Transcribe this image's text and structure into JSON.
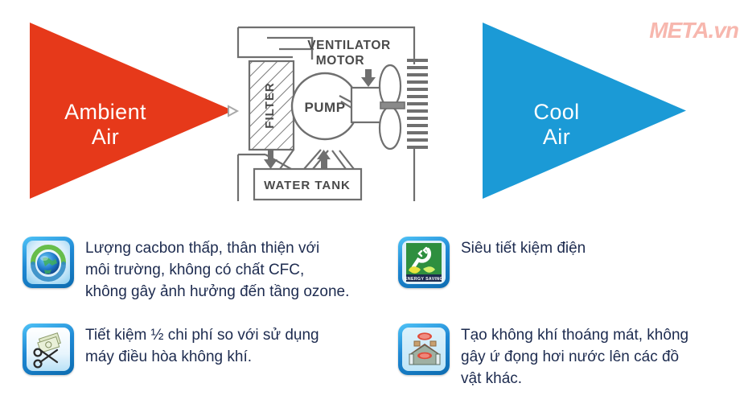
{
  "colors": {
    "ambient_arrow": "#e6391a",
    "cool_arrow": "#1b9ad6",
    "watermark": "#f7b7ae",
    "feature_text": "#1d2b4f",
    "schematic_line": "#6f6f6f"
  },
  "watermark": {
    "text": "META.vn"
  },
  "arrows": {
    "ambient": {
      "line1": "Ambient",
      "line2": "Air"
    },
    "cool": {
      "line1": "Cool",
      "line2": "Air"
    }
  },
  "schematic": {
    "filter_label": "FILTER",
    "pump_label": "PUMP",
    "water_tank_label": "WATER TANK",
    "ventilator_label_line1": "VENTILATOR",
    "ventilator_label_line2": "MOTOR"
  },
  "features": [
    {
      "icon": "globe-eco-icon",
      "text": "Lượng cacbon thấp, thân thiện với\nmôi trường, không có chất CFC,\nkhông gây ảnh hưởng đến tầng ozone."
    },
    {
      "icon": "energy-saving-icon",
      "badge": "ENERGY SAVING",
      "text": "Siêu tiết kiệm điện"
    },
    {
      "icon": "scissors-money-icon",
      "text": "Tiết kiệm ½ chi phí so với sử dụng\nmáy điều hòa không khí."
    },
    {
      "icon": "cool-house-icon",
      "text": "Tạo không khí thoáng mát, không\ngây ứ đọng hơi nước lên các đồ\nvật khác."
    }
  ]
}
